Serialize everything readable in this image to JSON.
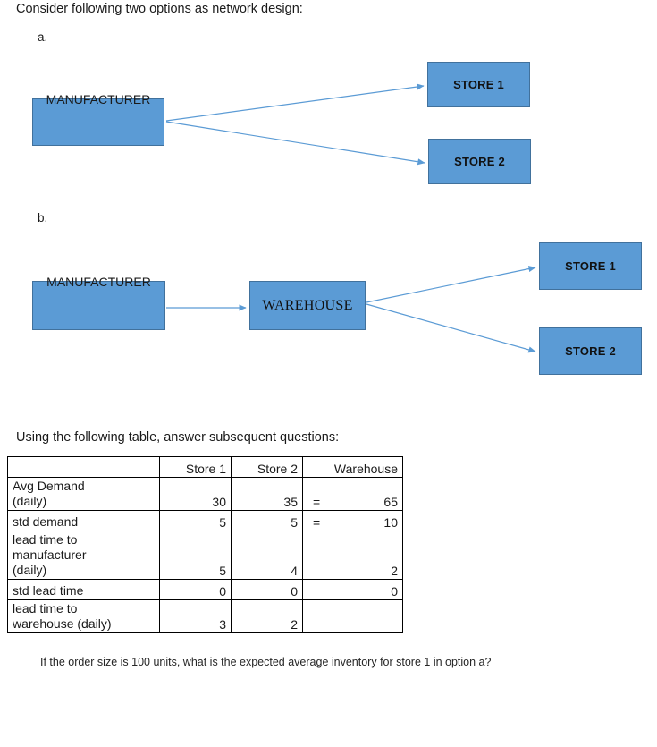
{
  "intro": {
    "text": "Consider following two options as network design:"
  },
  "options": [
    {
      "id": "a",
      "label": "a.",
      "nodes": {
        "manufacturer": "MANUFACTURER",
        "store1": "STORE 1",
        "store2": "STORE 2"
      }
    },
    {
      "id": "b",
      "label": "b.",
      "nodes": {
        "manufacturer": "MANUFACTURER",
        "warehouse": "WAREHOUSE",
        "store1": "STORE 1",
        "store2": "STORE 2"
      }
    }
  ],
  "table_intro": {
    "text": "Using the following table, answer subsequent questions:"
  },
  "table": {
    "headers": [
      "",
      "Store 1",
      "Store 2",
      "Warehouse"
    ],
    "rows": [
      {
        "label": "Avg Demand\n(daily)",
        "store1": "30",
        "store2": "35",
        "warehouse_eq": "=",
        "warehouse": "65"
      },
      {
        "label": "std demand",
        "store1": "5",
        "store2": "5",
        "warehouse_eq": "=",
        "warehouse": "10"
      },
      {
        "label": "lead time to\nmanufacturer\n(daily)",
        "store1": "5",
        "store2": "4",
        "warehouse_eq": "",
        "warehouse": "2"
      },
      {
        "label": "std lead time",
        "store1": "0",
        "store2": "0",
        "warehouse_eq": "",
        "warehouse": "0"
      },
      {
        "label": "lead time to\nwarehouse (daily)",
        "store1": "3",
        "store2": "2",
        "warehouse_eq": "",
        "warehouse": ""
      }
    ]
  },
  "question": {
    "text": "If the order size is 100 units, what is the expected average inventory for store 1 in option a?"
  },
  "colors": {
    "node_fill": "#5B9BD5",
    "node_border": "#41719C",
    "arrow": "#5B9BD5",
    "text": "#1a1a1a",
    "table_border": "#000000"
  }
}
